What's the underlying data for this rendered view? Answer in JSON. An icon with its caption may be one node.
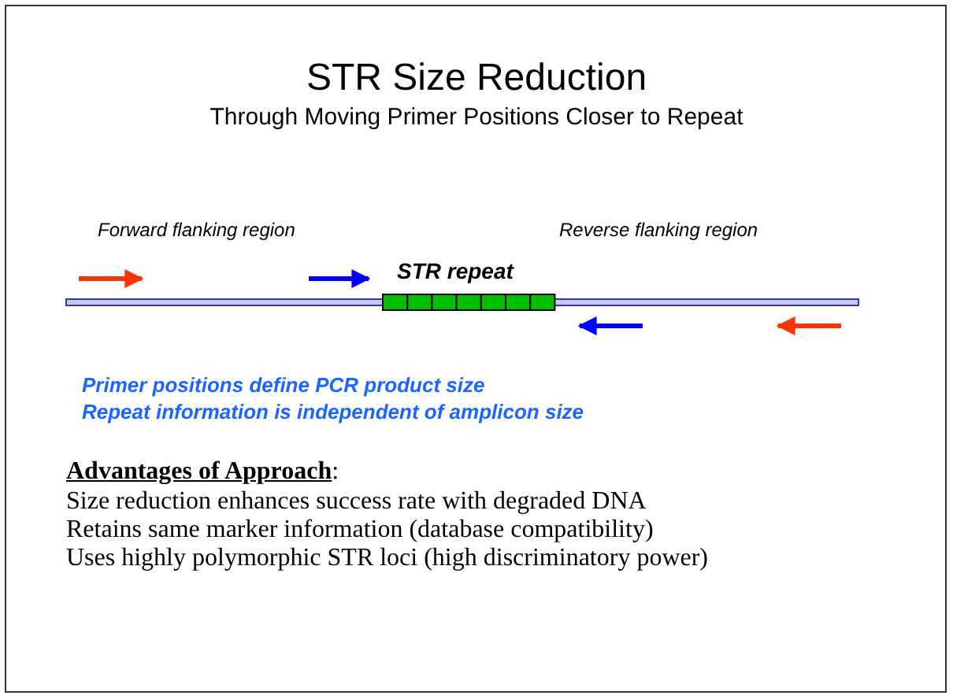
{
  "diagram": {
    "title": "STR Size Reduction",
    "labels": [
      "Through Moving Primer Positions Closer to Repeat",
      "Forward flanking region",
      "Reverse flanking region",
      "STR repeat",
      "Primer positions define PCR product size",
      "Repeat information is independent of amplicon size",
      "**Advantages of Approach**:",
      "Size reduction enhances success rate with degraded DNA",
      "Retains same marker information (database compatibility)",
      "Uses highly polymorphic STR loci (high discriminatory power)"
    ]
  }
}
